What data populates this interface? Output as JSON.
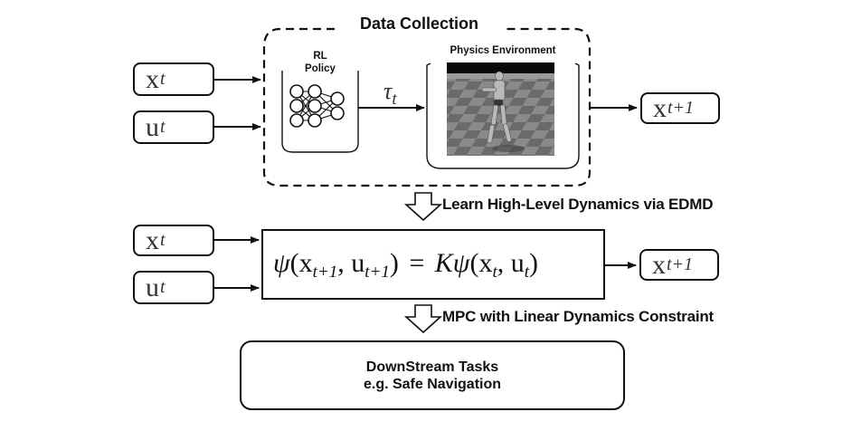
{
  "diagram": {
    "data_collection": {
      "title": "Data Collection",
      "policy_label_line1": "RL",
      "policy_label_line2": "Policy",
      "policy_icon": "neural-network-icon",
      "physics_label": "Physics Environment",
      "physics_image": "humanoid-robot-simulation",
      "torque_symbol": "τ",
      "torque_sub": "t"
    },
    "inputs_top": [
      {
        "symbol": "x",
        "sub": "t"
      },
      {
        "symbol": "u",
        "sub": "t"
      }
    ],
    "output_top": {
      "symbol": "x",
      "sub": "t+1"
    },
    "step1_label": "Learn High-Level Dynamics via EDMD",
    "equation": {
      "lhs_func": "ψ",
      "lhs_x": "x",
      "lhs_x_sub": "t+1",
      "lhs_u": "u",
      "lhs_u_sub": "t+1",
      "equals": "=",
      "operator": "K",
      "rhs_func": "ψ",
      "rhs_x": "x",
      "rhs_x_sub": "t",
      "rhs_u": "u",
      "rhs_u_sub": "t"
    },
    "inputs_mid": [
      {
        "symbol": "x",
        "sub": "t"
      },
      {
        "symbol": "u",
        "sub": "t"
      }
    ],
    "output_mid": {
      "symbol": "x",
      "sub": "t+1"
    },
    "step2_label": "MPC with Linear Dynamics Constraint",
    "downstream": {
      "line1": "DownStream Tasks",
      "line2": "e.g. Safe Navigation"
    }
  }
}
